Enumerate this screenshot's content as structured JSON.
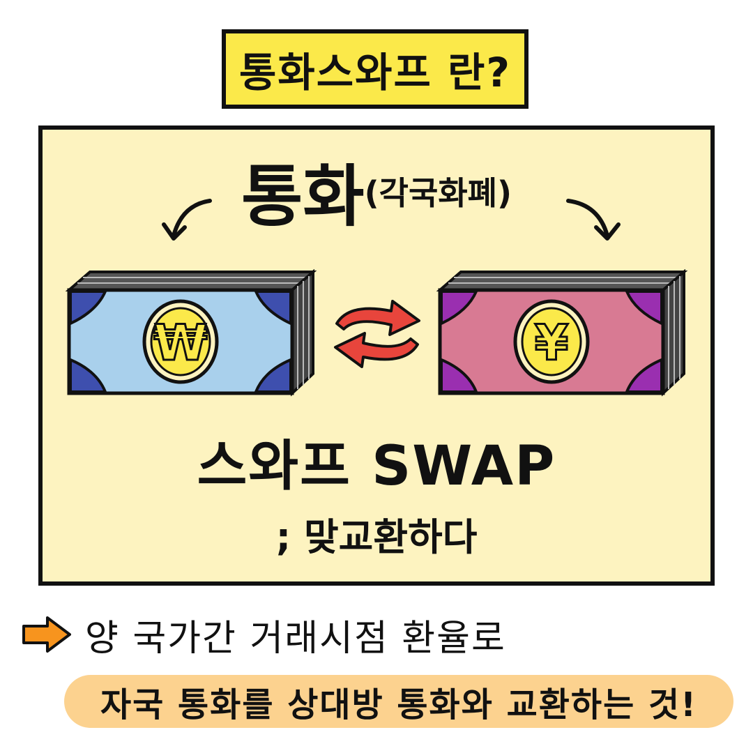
{
  "title": "통화스와프 란?",
  "panel": {
    "heading_main": "통화",
    "heading_paren": "(각국화폐)",
    "left_bill_symbol": "₩",
    "right_bill_symbol": "¥",
    "swap_title": "스와프 SWAP",
    "swap_sub": "; 맞교환하다"
  },
  "footer": {
    "line1": "양 국가간 거래시점 환율로",
    "line2": "자국 통화를 상대방 통화와 교환하는 것!"
  },
  "colors": {
    "title_bg": "#fbe94a",
    "panel_bg": "#fdf3c0",
    "won_bill": "#a9d0ec",
    "won_corner": "#3e4fae",
    "yen_bill": "#d87a93",
    "yen_corner": "#9a2fb0",
    "coin": "#fbe94a",
    "swap_arrow": "#e8453c",
    "pointer_arrow": "#f7941e",
    "highlight_bg": "#fcd28f"
  }
}
